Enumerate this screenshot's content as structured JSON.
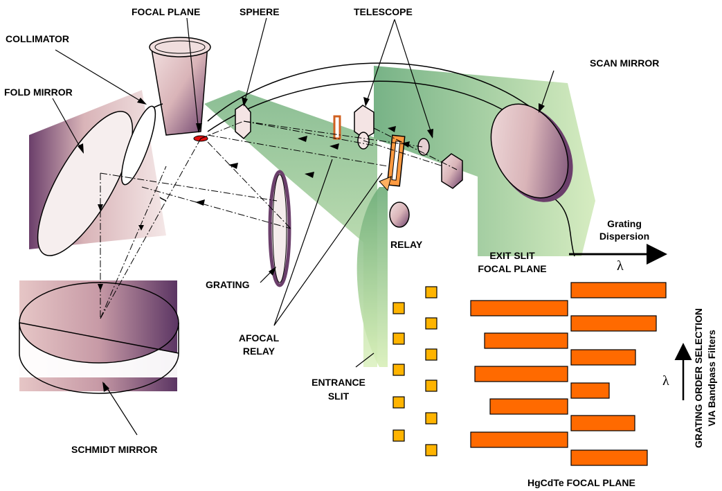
{
  "labels": {
    "focal_plane": "FOCAL PLANE",
    "sphere": "SPHERE",
    "telescope": "TELESCOPE",
    "collimator": "COLLIMATOR",
    "scan_mirror": "SCAN MIRROR",
    "fold_mirror": "FOLD MIRROR",
    "relay": "RELAY",
    "grating_dispersion_1": "Grating",
    "grating_dispersion_2": "Dispersion",
    "exit_slit_1": "EXIT SLIT",
    "exit_slit_2": "FOCAL PLANE",
    "lambda_h": "λ",
    "lambda_v": "λ",
    "grating": "GRATING",
    "afocal_relay_1": "AFOCAL",
    "afocal_relay_2": "RELAY",
    "entrance_slit_1": "ENTRANCE",
    "entrance_slit_2": "SLIT",
    "schmidt_mirror": "SCHMIDT MIRROR",
    "hgcdte_focal_plane": "HgCdTe FOCAL PLANE",
    "order_selection_1": "GRATING ORDER SELECTION",
    "order_selection_2": "VIA Bandpass Filters"
  },
  "colors": {
    "detector_orange": "#ff6a00",
    "slit_yellow": "#ffb000",
    "green_beam": "#7fb97f",
    "mauve": "#6b3f6b",
    "pink": "#e9c9c9"
  }
}
